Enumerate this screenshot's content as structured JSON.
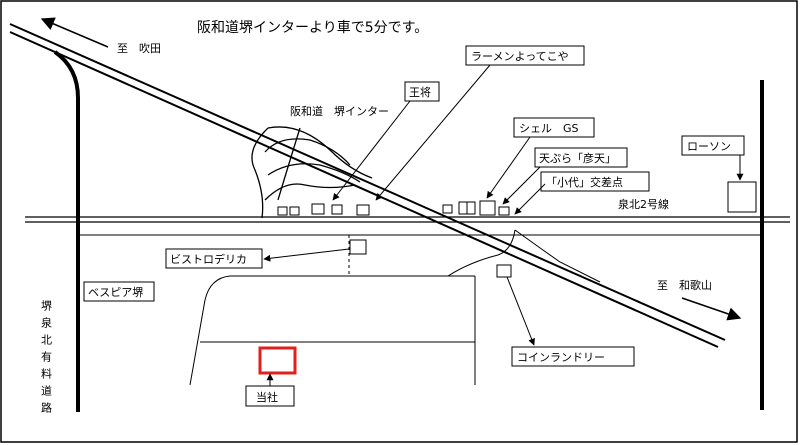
{
  "title": "阪和道堺インターより車で5分です。",
  "directions": {
    "to_suita": "至　吹田",
    "to_wakayama": "至　和歌山"
  },
  "interchange_label": "阪和道　堺インター",
  "road_label": "泉北2号線",
  "vertical_road_label": "堺泉北有料道路",
  "landmarks": {
    "ramen": "ラーメンよってこや",
    "ohsho": "王将",
    "shell": "シェル　GS",
    "tempura": "天ぷら「彦天」",
    "intersection": "「小代」交差点",
    "lawson": "ローソン",
    "bistro": "ビストロデリカ",
    "vespia": "ベスピア堺",
    "laundry": "コインランドリー"
  },
  "company": "当社",
  "colors": {
    "line": "#000000",
    "highlight": "#e0201c"
  }
}
